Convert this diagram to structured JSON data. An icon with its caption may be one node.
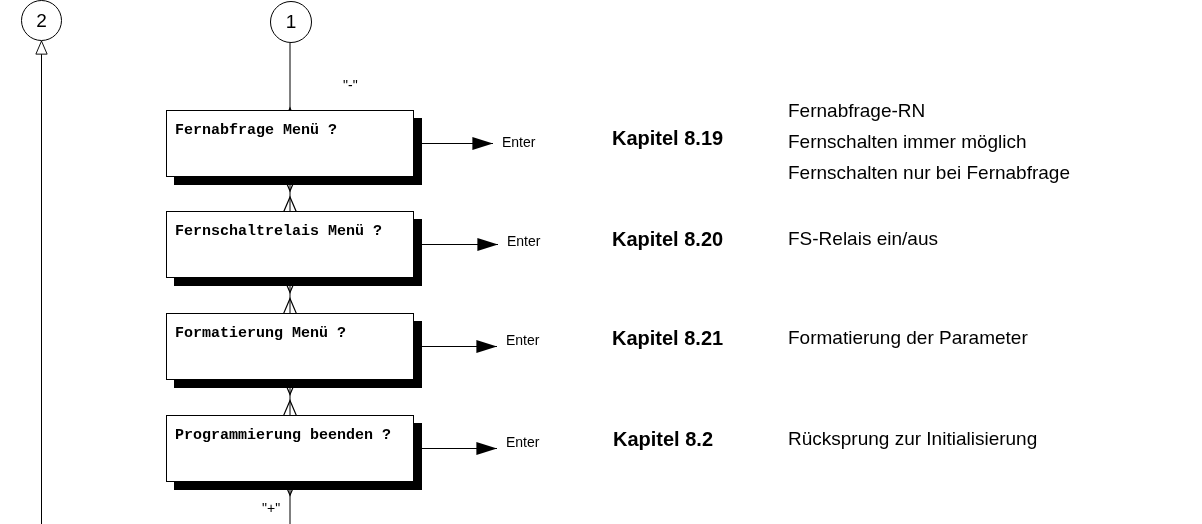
{
  "diagram": {
    "nodes": [
      {
        "text": [
          "2"
        ]
      },
      {
        "text": [
          "1"
        ]
      },
      {
        "text": [
          "Fernabfrage Menü ?"
        ]
      },
      {
        "text": [
          "Enter"
        ]
      },
      {
        "text": [
          "Fernschaltrelais Menü ?"
        ]
      },
      {
        "text": [
          "Enter"
        ]
      },
      {
        "text": [
          "Formatierung Menü ?"
        ]
      },
      {
        "text": [
          "Enter"
        ]
      },
      {
        "text": [
          "Programmierung beenden ?"
        ]
      },
      {
        "text": [
          "Enter"
        ]
      }
    ],
    "edges": [
      {
        "from": null,
        "to": 0,
        "arrow": "to"
      },
      {
        "from": 2,
        "to": 1,
        "arrow": "to",
        "label": "\"-\""
      },
      {
        "from": 2,
        "to": 4,
        "arrow": "both"
      },
      {
        "from": 4,
        "to": 6,
        "arrow": "both"
      },
      {
        "from": 6,
        "to": 8,
        "arrow": "both"
      },
      {
        "from": 8,
        "to": null,
        "arrow": "to",
        "label": "\"+\""
      },
      {
        "from": 2,
        "to": 3,
        "arrow": "to"
      },
      {
        "from": 4,
        "to": 5,
        "arrow": "to"
      },
      {
        "from": 6,
        "to": 7,
        "arrow": "to"
      },
      {
        "from": 8,
        "to": 9,
        "arrow": "to"
      }
    ],
    "labels": [
      "Fernabfrage-RN",
      "Kapitel 8.19",
      "Fernschalten immer möglich",
      "Fernschalten nur bei Fernabfrage",
      "Kapitel 8.20",
      "FS-Relais ein/aus",
      "Kapitel 8.21",
      "Formatierung der Parameter",
      "Kapitel 8.2",
      "Rücksprung zur Initialisierung"
    ]
  }
}
